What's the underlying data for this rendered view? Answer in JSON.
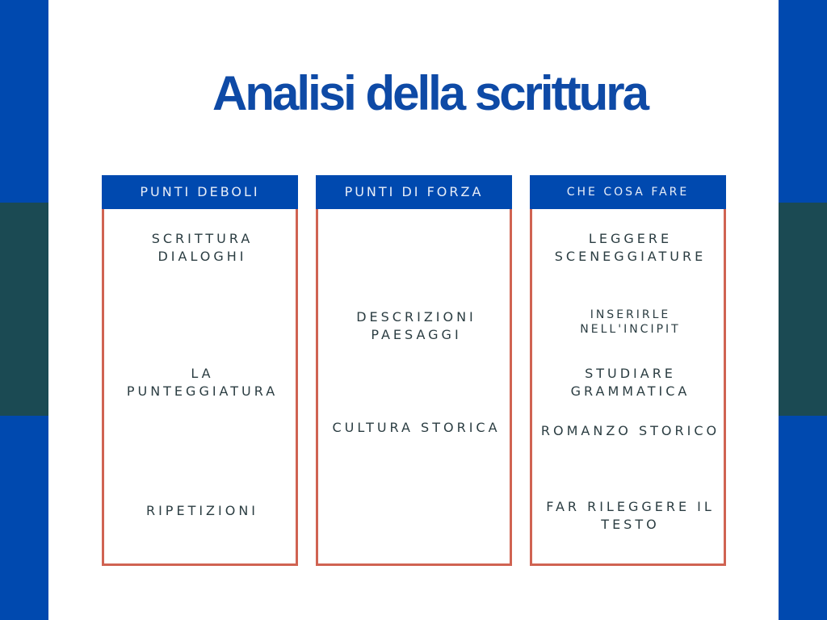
{
  "title": "Analisi della scrittura",
  "colors": {
    "primary_blue": "#0049af",
    "teal_band": "#1b4a53",
    "border_red": "#d06352",
    "text_dark": "#2b3d42"
  },
  "columns": [
    {
      "header": "PUNTI DEBOLI",
      "items": [
        "SCRITTURA\nDIALOGHI",
        "LA\nPUNTEGGIATURA",
        "RIPETIZIONI"
      ]
    },
    {
      "header": "PUNTI DI FORZA",
      "items": [
        "DESCRIZIONI\nPAESAGGI",
        "CULTURA STORICA"
      ]
    },
    {
      "header": "CHE COSA FARE",
      "items": [
        "LEGGERE\nSCENEGGIATURE",
        "INSERIRLE\nNELL'INCIPIT",
        "STUDIARE\nGRAMMATICA",
        "ROMANZO STORICO",
        "FAR RILEGGERE IL\nTESTO"
      ]
    }
  ]
}
